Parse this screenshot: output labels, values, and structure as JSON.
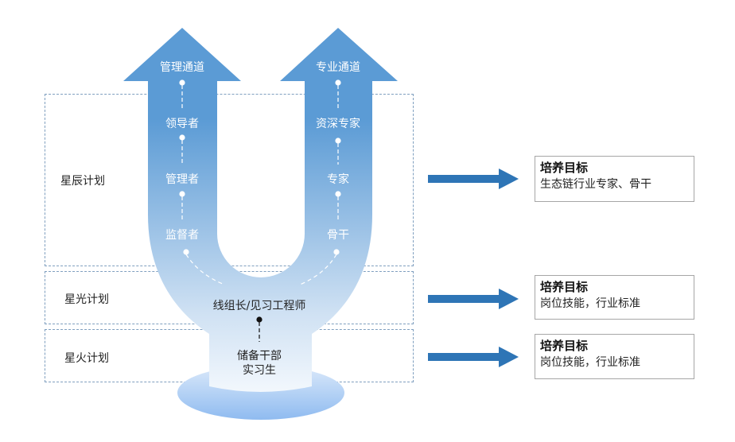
{
  "colors": {
    "arrow_blue": "#5b9bd5",
    "pointer_blue": "#2e75b6",
    "gradient_light": "#eef5fc",
    "base_blue": "#9dc3ef",
    "dashed_border": "#7f9fbf"
  },
  "plans": [
    {
      "label": "星辰计划"
    },
    {
      "label": "星光计划"
    },
    {
      "label": "星火计划"
    }
  ],
  "channels": {
    "management": {
      "title": "管理通道",
      "steps": [
        "领导者",
        "管理者",
        "监督者"
      ]
    },
    "professional": {
      "title": "专业通道",
      "steps": [
        "资深专家",
        "专家",
        "骨干"
      ]
    }
  },
  "junction_label": "线组长/见习工程师",
  "base_label_line1": "储备干部",
  "base_label_line2": "实习生",
  "goals": [
    {
      "title": "培养目标",
      "desc": "生态链行业专家、骨干"
    },
    {
      "title": "培养目标",
      "desc": "岗位技能，行业标准"
    },
    {
      "title": "培养目标",
      "desc": "岗位技能，行业标准"
    }
  ]
}
